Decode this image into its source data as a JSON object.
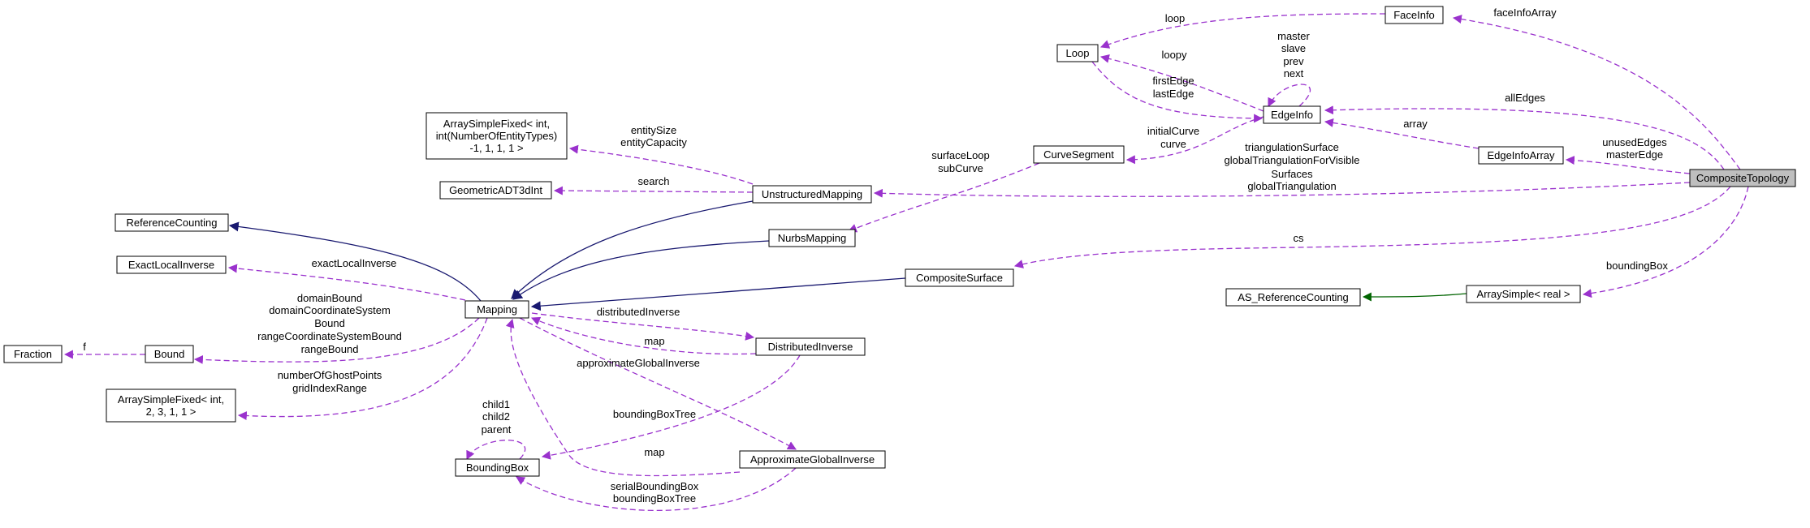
{
  "colors": {
    "node_border": "#000000",
    "focus_fill": "#bfbfbf",
    "usage_edge": "#9a32cd",
    "inherit_edge": "#191970",
    "template_edge": "#006400",
    "text": "#000000"
  },
  "nodes": [
    {
      "id": "CompositeTopology",
      "label": [
        "CompositeTopology"
      ],
      "focus": true
    },
    {
      "id": "FaceInfo",
      "label": [
        "FaceInfo"
      ]
    },
    {
      "id": "Loop",
      "label": [
        "Loop"
      ]
    },
    {
      "id": "EdgeInfo",
      "label": [
        "EdgeInfo"
      ]
    },
    {
      "id": "EdgeInfoArray",
      "label": [
        "EdgeInfoArray"
      ]
    },
    {
      "id": "CurveSegment",
      "label": [
        "CurveSegment"
      ]
    },
    {
      "id": "ArraySimpleFixedEntity",
      "label": [
        "ArraySimpleFixed< int,",
        "int(NumberOfEntityTypes)",
        "-1, 1, 1, 1 >"
      ]
    },
    {
      "id": "GeometricADT3dInt",
      "label": [
        "GeometricADT3dInt"
      ]
    },
    {
      "id": "UnstructuredMapping",
      "label": [
        "UnstructuredMapping"
      ]
    },
    {
      "id": "NurbsMapping",
      "label": [
        "NurbsMapping"
      ]
    },
    {
      "id": "ReferenceCounting",
      "label": [
        "ReferenceCounting"
      ]
    },
    {
      "id": "ExactLocalInverse",
      "label": [
        "ExactLocalInverse"
      ]
    },
    {
      "id": "Mapping",
      "label": [
        "Mapping"
      ]
    },
    {
      "id": "CompositeSurface",
      "label": [
        "CompositeSurface"
      ]
    },
    {
      "id": "AS_ReferenceCounting",
      "label": [
        "AS_ReferenceCounting"
      ]
    },
    {
      "id": "ArraySimpleReal",
      "label": [
        "ArraySimple< real >"
      ]
    },
    {
      "id": "Fraction",
      "label": [
        "Fraction"
      ]
    },
    {
      "id": "Bound",
      "label": [
        "Bound"
      ]
    },
    {
      "id": "DistributedInverse",
      "label": [
        "DistributedInverse"
      ]
    },
    {
      "id": "ArraySimpleFixedGhost",
      "label": [
        "ArraySimpleFixed< int,",
        "2, 3, 1, 1 >"
      ]
    },
    {
      "id": "BoundingBox",
      "label": [
        "BoundingBox"
      ]
    },
    {
      "id": "ApproximateGlobalInverse",
      "label": [
        "ApproximateGlobalInverse"
      ]
    }
  ],
  "edges": [
    {
      "id": "faceInfoArray",
      "label": [
        "faceInfoArray"
      ]
    },
    {
      "id": "loop",
      "label": [
        "loop"
      ]
    },
    {
      "id": "loopy",
      "label": [
        "loopy"
      ]
    },
    {
      "id": "self-edgeinfo",
      "label": [
        "master",
        "slave",
        "prev",
        "next"
      ]
    },
    {
      "id": "firstEdge",
      "label": [
        "firstEdge",
        "lastEdge"
      ]
    },
    {
      "id": "allEdges",
      "label": [
        "allEdges"
      ]
    },
    {
      "id": "array",
      "label": [
        "array"
      ]
    },
    {
      "id": "unusedEdges",
      "label": [
        "unusedEdges",
        "masterEdge"
      ]
    },
    {
      "id": "initialCurve",
      "label": [
        "initialCurve",
        "curve"
      ]
    },
    {
      "id": "triangulation",
      "label": [
        "triangulationSurface",
        "globalTriangulationForVisible",
        "Surfaces",
        "globalTriangulation"
      ]
    },
    {
      "id": "entitySize",
      "label": [
        "entitySize",
        "entityCapacity"
      ]
    },
    {
      "id": "search",
      "label": [
        "search"
      ]
    },
    {
      "id": "surfaceLoop",
      "label": [
        "surfaceLoop",
        "subCurve"
      ]
    },
    {
      "id": "cs",
      "label": [
        "cs"
      ]
    },
    {
      "id": "boundingBox",
      "label": [
        "boundingBox"
      ]
    },
    {
      "id": "template-arraysimple",
      "label": []
    },
    {
      "id": "exactLocalInverse",
      "label": [
        "exactLocalInverse"
      ]
    },
    {
      "id": "bounds",
      "label": [
        "domainBound",
        "domainCoordinateSystem",
        "Bound",
        "rangeCoordinateSystemBound",
        "rangeBound"
      ]
    },
    {
      "id": "f",
      "label": [
        "f"
      ]
    },
    {
      "id": "ghost",
      "label": [
        "numberOfGhostPoints",
        "gridIndexRange"
      ]
    },
    {
      "id": "distributedInverse",
      "label": [
        "distributedInverse"
      ]
    },
    {
      "id": "map-di",
      "label": [
        "map"
      ]
    },
    {
      "id": "approximateGlobalInverse",
      "label": [
        "approximateGlobalInverse"
      ]
    },
    {
      "id": "boundingBoxTree",
      "label": [
        "boundingBoxTree"
      ]
    },
    {
      "id": "self-bbox",
      "label": [
        "child1",
        "child2",
        "parent"
      ]
    },
    {
      "id": "map-agi",
      "label": [
        "map"
      ]
    },
    {
      "id": "serialBoundingBox",
      "label": [
        "serialBoundingBox",
        "boundingBoxTree"
      ]
    },
    {
      "id": "inherit-refcount",
      "label": []
    },
    {
      "id": "inherit-unstructured",
      "label": []
    },
    {
      "id": "inherit-nurbs",
      "label": []
    },
    {
      "id": "inherit-composite",
      "label": []
    }
  ]
}
